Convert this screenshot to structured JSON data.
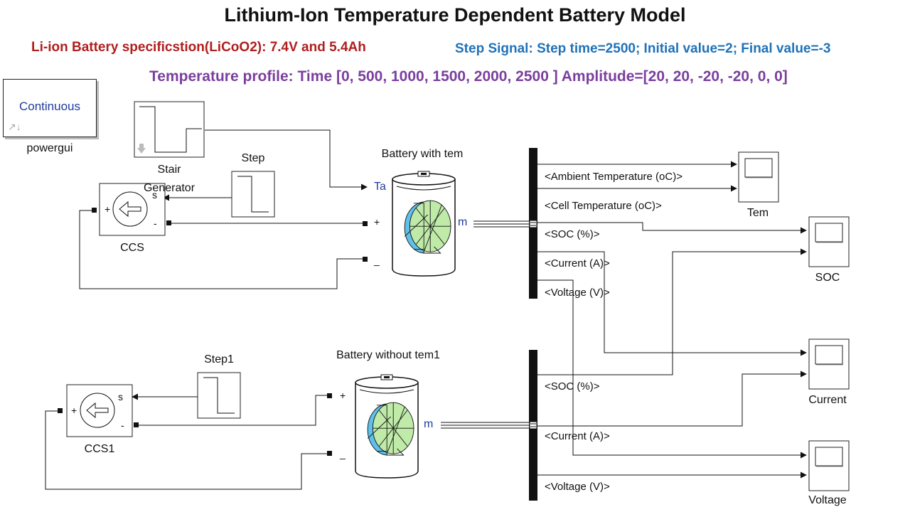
{
  "header": {
    "title": "Lithium-Ion Temperature Dependent Battery Model",
    "battery_spec": "Li-ion Battery specificstion(LiCoO2): 7.4V and 5.4Ah",
    "step_signal": "Step Signal: Step time=2500; Initial value=2; Final value=-3",
    "temperature_profile": "Temperature profile: Time [0, 500, 1000, 1500, 2000, 2500 ] Amplitude=[20, 20, -20, -20, 0, 0]"
  },
  "blocks": {
    "powergui": {
      "mode": "Continuous",
      "label": "powergui"
    },
    "stair_generator": {
      "label_line1": "Stair",
      "label_line2": "Generator"
    },
    "step": {
      "label": "Step"
    },
    "ccs": {
      "label": "CCS",
      "port_s": "s",
      "port_plus": "+",
      "port_minus": "-"
    },
    "battery_with_temp": {
      "label": "Battery with tem",
      "port_ta": "Ta",
      "port_m": "m",
      "port_plus": "+",
      "port_minus": "_"
    },
    "bus_selector_top": {
      "signals": [
        "<Ambient Temperature (oC)>",
        "<Cell Temperature (oC)>",
        "<SOC (%)>",
        "<Current (A)>",
        "<Voltage (V)>"
      ]
    },
    "scope_tem": {
      "label": "Tem"
    },
    "scope_soc": {
      "label": "SOC"
    },
    "step1": {
      "label": "Step1"
    },
    "ccs1": {
      "label": "CCS1",
      "port_s": "s",
      "port_plus": "+",
      "port_minus": "-"
    },
    "battery_without_temp": {
      "label": "Battery without tem1",
      "port_m": "m",
      "port_plus": "+",
      "port_minus": "_"
    },
    "bus_selector_bottom": {
      "signals": [
        "<SOC (%)>",
        "<Current (A)>",
        "<Voltage (V)>"
      ]
    },
    "scope_current": {
      "label": "Current"
    },
    "scope_voltage": {
      "label": "Voltage"
    }
  },
  "colors": {
    "title": "#111111",
    "battery_spec": "#b01e1e",
    "step_signal": "#1f72b8",
    "temperature_profile": "#7a3f9e",
    "port_label": "#1f3c9e",
    "battery_icon_fill": "#bfeaa8",
    "battery_icon_blue": "#5fc0ea"
  }
}
